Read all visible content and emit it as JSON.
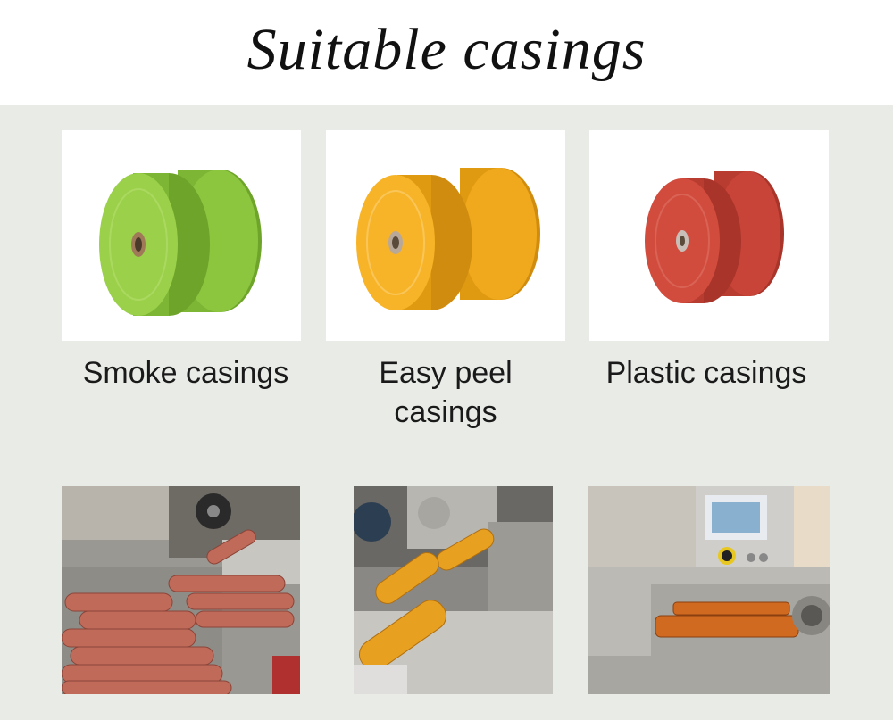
{
  "title": "Suitable casings",
  "products": [
    {
      "label": "Smoke casings",
      "color": "#8cc63f",
      "shade": "#6ea42a"
    },
    {
      "label_line1": "Easy peel",
      "label_line2": "casings",
      "color": "#f0a81c",
      "shade": "#d08c0e"
    },
    {
      "label": "Plastic casings",
      "color": "#c94438",
      "shade": "#a8342a"
    }
  ],
  "colors": {
    "background": "#e9ece6",
    "panel": "#ffffff",
    "text": "#111111"
  }
}
